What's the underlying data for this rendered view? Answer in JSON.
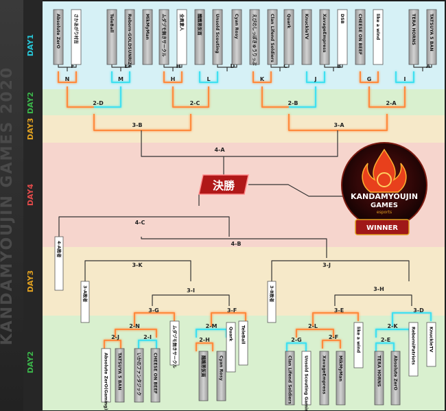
{
  "event_title": "KANDAMYOUJIN GAMES 2020",
  "final_label": "決勝",
  "winner_label": "WINNER",
  "logo": {
    "line1": "KANDAMYOUJIN",
    "line2": "GAMES",
    "line3": "esports"
  },
  "days": {
    "day1": "DAY1",
    "day2_top": "DAY2",
    "day3_top": "DAY3",
    "day4": "DAY4",
    "day3_bottom": "DAY3",
    "day2_bottom": "DAY2"
  },
  "colors": {
    "day1": "#d6f1f6",
    "day2": "#d9f0cf",
    "day3": "#f6e9c9",
    "day4": "#f6d5cd",
    "win_glow": "#ff8a3d",
    "cyan_glow": "#40e0f0",
    "gold": "#e0a020"
  },
  "upper_bracket": {
    "teams": [
      "Absolute ZerO",
      "さかあがり村吉",
      "TeleBall",
      "Reborn-GOLDSUNRIZE",
      "MikMyMan",
      "ムダヅモ無きサークル",
      "全員素人",
      "醜醜悪仮面",
      "Unsold Scouting",
      "Cyan Rosy",
      "えびのしっぽきゅうりっぷ",
      "Clan Lifend Soldiers",
      "Quark",
      "KnuckleTV",
      "XavageEmpress",
      "DSB",
      "CHEESE ON BEEF",
      "like a wind",
      "TERA HORNS",
      "TATSUYA 5 BAN"
    ],
    "round1_match_labels": [
      "F",
      "E",
      "H",
      "D",
      "C",
      "B",
      "A"
    ],
    "round2_match_labels": [
      "N",
      "M",
      "H",
      "L",
      "K",
      "J",
      "G",
      "I"
    ],
    "day2_match_labels": [
      "2-D",
      "2-C",
      "2-B",
      "2-A"
    ],
    "day3_match_labels": [
      "3-B",
      "3-A"
    ],
    "day4_match_label": "4-A"
  },
  "lower_bracket": {
    "day4_match_labels": [
      "4-C",
      "4-B"
    ],
    "loser_slots": [
      "4-A敗者",
      "3-A敗者",
      "3-B敗者"
    ],
    "day3_match_labels": [
      "3-K",
      "3-J",
      "3-I",
      "3-H",
      "3-G",
      "3-F",
      "3-E",
      "3-D"
    ],
    "day2_match_labels": [
      "2-N",
      "2-M",
      "2-L",
      "2-K",
      "2-J",
      "2-I",
      "2-H",
      "2-G",
      "2-F",
      "2-E"
    ],
    "teams": [
      "Absolute ZerO(Gaming)",
      "TATSUYA 5 BAN",
      "いかのファンタジック",
      "CHEESE ON BEEF",
      "ムダヅモ無きサークル",
      "醜醜悪仮面",
      "Cyan Rosy",
      "Quark",
      "TeleBall",
      "Clan Lifend Soldiers",
      "Unsold Scouting Gaming",
      "XavageEmpress",
      "MikMyMan",
      "like a wind",
      "TERA HORNS",
      "Absolute ZerO",
      "ReborniPatriots",
      "KnuckleTV"
    ]
  }
}
